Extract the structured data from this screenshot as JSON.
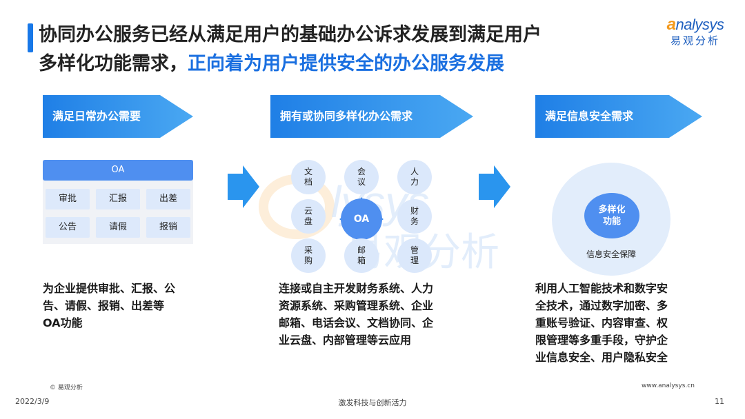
{
  "header": {
    "title_line1": "协同办公服务已经从满足用户的基础办公诉求发展到满足用户",
    "title_line2_plain": "多样化功能需求，",
    "title_line2_highlight": "正向着为用户提供安全的办公服务发展"
  },
  "logo": {
    "en_a": "a",
    "en_rest": "nalysys",
    "cn": "易观分析"
  },
  "stages": [
    {
      "label": "满足日常办公需要"
    },
    {
      "label": "拥有或协同多样化办公需求"
    },
    {
      "label": "满足信息安全需求"
    }
  ],
  "oa_panel": {
    "header": "OA",
    "cells": [
      "审批",
      "汇报",
      "出差",
      "公告",
      "请假",
      "报销"
    ]
  },
  "hub": {
    "center": "OA",
    "nodes": [
      {
        "line1": "文",
        "line2": "档"
      },
      {
        "line1": "会",
        "line2": "议"
      },
      {
        "line1": "人",
        "line2": "力"
      },
      {
        "line1": "云",
        "line2": "盘"
      },
      {
        "line1": "财",
        "line2": "务"
      },
      {
        "line1": "采",
        "line2": "购"
      },
      {
        "line1": "邮",
        "line2": "箱"
      },
      {
        "line1": "管",
        "line2": "理"
      }
    ]
  },
  "security": {
    "inner_line1": "多样化",
    "inner_line2": "功能",
    "outer_label": "信息安全保障"
  },
  "descriptions": {
    "col1": [
      "为企业提供审批、汇报、公",
      "告、请假、报销、出差等",
      "OA功能"
    ],
    "col2": [
      "连接或自主开发财务系统、人力",
      "资源系统、采购管理系统、企业",
      "邮箱、电话会议、文档协同、企",
      "业云盘、内部管理等云应用"
    ],
    "col3": [
      "利用人工智能技术和数字安",
      "全技术，通过数字加密、多",
      "重账号验证、内容审查、权",
      "限管理等多重手段，守护企",
      "业信息安全、用户隐私安全"
    ]
  },
  "footer": {
    "copyright": "© 易观分析",
    "url": "www.analysys.cn",
    "date": "2022/3/9",
    "slogan": "激发科技与创新活力",
    "page": "11"
  },
  "colors": {
    "accent": "#1a6fe0",
    "arrow_from": "#1f7fe6",
    "arrow_to": "#4aa8f2",
    "chevron": "#2a95ee"
  }
}
